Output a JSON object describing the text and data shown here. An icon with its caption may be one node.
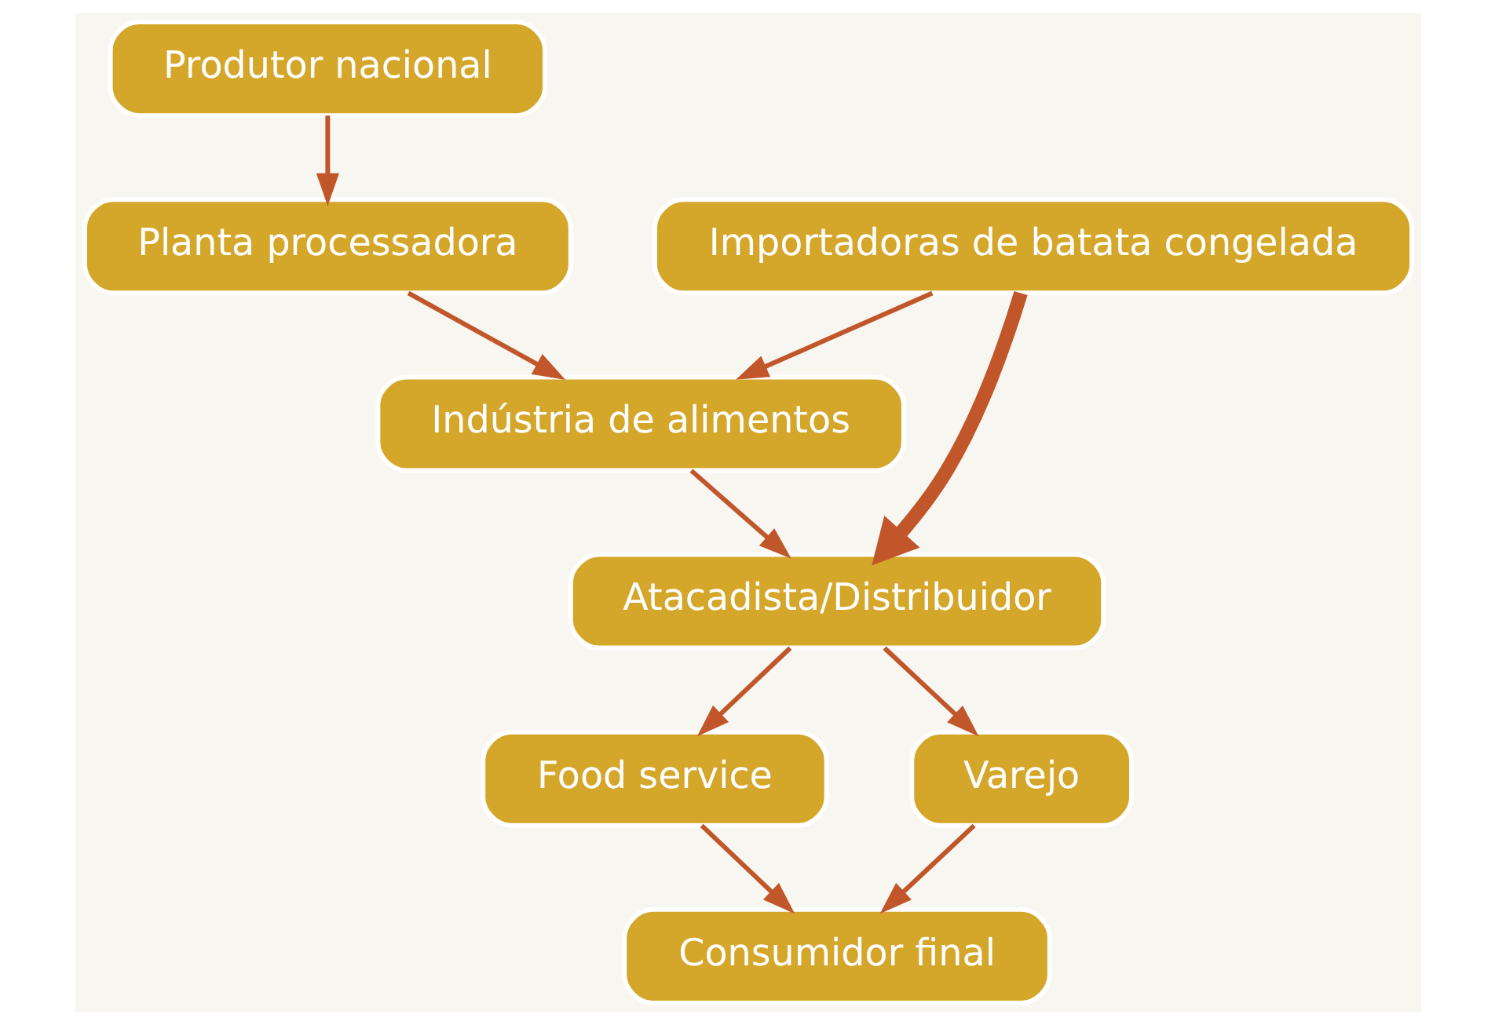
{
  "diagram": {
    "nodes": [
      {
        "text": [
          "Produtor nacional"
        ]
      },
      {
        "text": [
          "Importadoras de batata congelada"
        ]
      },
      {
        "text": [
          "Planta processadora"
        ]
      },
      {
        "text": [
          "Indústria de alimentos"
        ]
      },
      {
        "text": [
          "Atacadista/Distribuidor"
        ]
      },
      {
        "text": [
          "Food service"
        ]
      },
      {
        "text": [
          "Varejo"
        ]
      },
      {
        "text": [
          "Consumidor final"
        ]
      }
    ],
    "edges": [
      {
        "from": 0,
        "to": 2,
        "arrow": "to"
      },
      {
        "from": 1,
        "to": 3,
        "arrow": "to"
      },
      {
        "from": 2,
        "to": 3,
        "arrow": "to"
      },
      {
        "from": 1,
        "to": 4,
        "arrow": "to",
        "style": "thick"
      },
      {
        "from": 3,
        "to": 4,
        "arrow": "to"
      },
      {
        "from": 4,
        "to": 5,
        "arrow": "to"
      },
      {
        "from": 4,
        "to": 6,
        "arrow": "to"
      },
      {
        "from": 6,
        "to": 7,
        "arrow": "to"
      },
      {
        "from": 5,
        "to": 7,
        "arrow": "to"
      }
    ]
  }
}
